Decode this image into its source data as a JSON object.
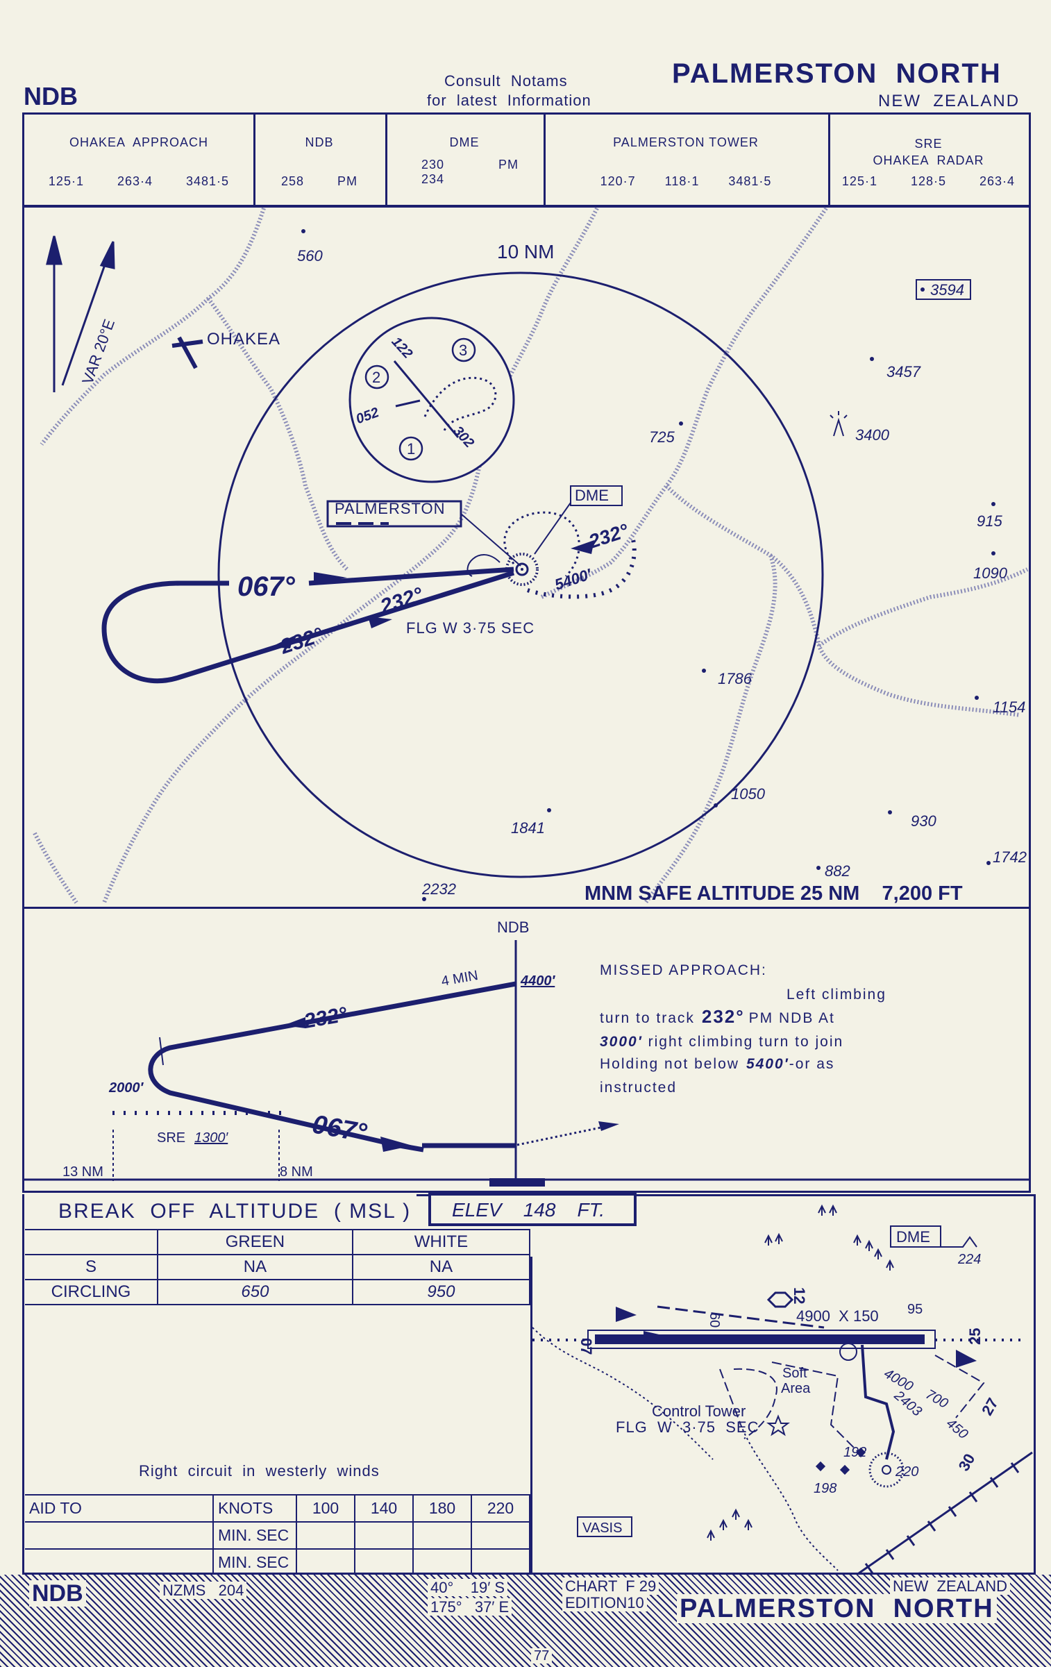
{
  "header": {
    "type": "NDB",
    "notams_line1": "Consult  Notams",
    "notams_line2": "for  latest  Information",
    "airport": "PALMERSTON  NORTH",
    "country": "NEW  ZEALAND"
  },
  "frequencies": [
    {
      "name": "OHAKEA  APPROACH",
      "values": "125·1        263·4        3481·5"
    },
    {
      "name": "NDB",
      "values": "258        PM"
    },
    {
      "name": "DME",
      "values": "230             PM\n234"
    },
    {
      "name": "PALMERSTON  TOWER",
      "values": "120·7       118·1       3481·5"
    },
    {
      "name": "SRE\nOHAKEA  RADAR",
      "values": "125·1        128·5        263·4"
    }
  ],
  "plan": {
    "var": "VAR  20°E",
    "ohakea": "OHAKEA",
    "ring": "10 NM",
    "palmerston": "PALMERSTON",
    "dme": "DME",
    "inbound": "067°",
    "course1": "232°",
    "course2": "232°",
    "course3": "232°",
    "alt5400": "5400′",
    "flg": "FLG  W  3·75  SEC",
    "inset": {
      "a": "122",
      "b": "052",
      "c": "302",
      "n1": "1",
      "n2": "2",
      "n3": "3"
    },
    "spots": [
      "560",
      "3594",
      "3457",
      "3400",
      "725",
      "915",
      "1090",
      "1786",
      "1154",
      "1050",
      "930",
      "1841",
      "882",
      "1742",
      "2232"
    ],
    "msa": "MNM SAFE ALTITUDE 25 NM    7,200 FT"
  },
  "profile": {
    "ndb": "NDB",
    "time": "4 MIN",
    "alt4400": "4400′",
    "course": "232°",
    "inbound": "067°",
    "alt2000": "2000′",
    "sre_label": "SRE",
    "sre_alt": "1300′",
    "nm13": "13 NM",
    "nm8": "8 NM",
    "missed_title": "MISSED  APPROACH:",
    "missed_1": "Left  climbing",
    "missed_2a": "turn  to  track",
    "missed_2b": "232°",
    "missed_2c": "PM  NDB  At",
    "missed_3a": "3000′",
    "missed_3b": " right  climbing  turn  to  join",
    "missed_4a": "Holding  not  below",
    "missed_4b": "5400′",
    "missed_4c": "-or  as",
    "missed_5": "instructed"
  },
  "minima": {
    "title": "BREAK  OFF  ALTITUDE  ( MSL )",
    "elev": "ELEV    148    FT.",
    "col_green": "GREEN",
    "col_white": "WHITE",
    "rows": [
      {
        "label": "S",
        "green": "NA",
        "white": "NA"
      },
      {
        "label": "CIRCLING",
        "green": "650",
        "white": "950"
      }
    ],
    "circuit": "Right  circuit  in  westerly  winds"
  },
  "aid": {
    "label": "AID TO",
    "knots": "KNOTS",
    "minsec1": "MIN. SEC",
    "minsec2": "MIN. SEC",
    "speeds": [
      "100",
      "140",
      "180",
      "220"
    ]
  },
  "aerodrome": {
    "dme": "DME",
    "runway": "4900  X 150",
    "rwy07": "07",
    "rwy25": "25",
    "rwy12": "12",
    "rwy30": "30",
    "rwy27": "27",
    "soft": "Soft",
    "area": "Area",
    "tower": "Control Tower",
    "flg": "FLG  W  3·75  SEC",
    "n224": "224",
    "n95": "95",
    "n60": "60",
    "n4000": "4000",
    "n2403": "2403",
    "n700": "700",
    "n450": "450",
    "n192": "192",
    "n220": "220",
    "n198": "198",
    "vasis": "VASIS"
  },
  "footer": {
    "type": "NDB",
    "nzms": "NZMS   204",
    "lat": "40°    19′ S",
    "lon": "175°   37′ E",
    "chart": "CHART  F 29",
    "edition": "EDITION10",
    "country": "NEW  ZEALAND",
    "airport": "PALMERSTON  NORTH",
    "page": "77"
  }
}
